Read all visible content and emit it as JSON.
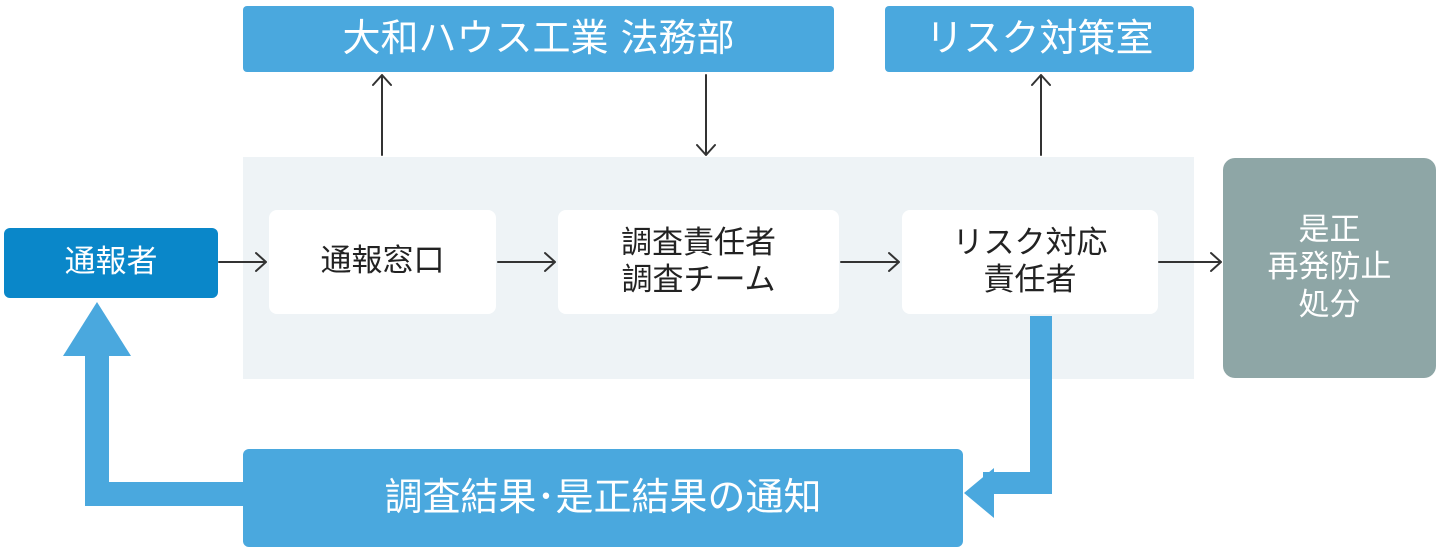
{
  "nodes": {
    "legal_department": "大和ハウス工業 法務部",
    "risk_office": "リスク対策室",
    "reporter": "通報者",
    "hotline": "通報窓口",
    "investigation": "調査責任者\n調査チーム",
    "risk_manager": "リスク対応\n責任者",
    "correction": "是正\n再発防止\n処分",
    "notification": "調査結果･是正結果の通知"
  },
  "colors": {
    "blue_box": "#4aa8de",
    "reporter_box": "#0a87c9",
    "flow_panel": "#eef3f6",
    "correction_box": "#8ea6a6",
    "connector": "#333333"
  }
}
